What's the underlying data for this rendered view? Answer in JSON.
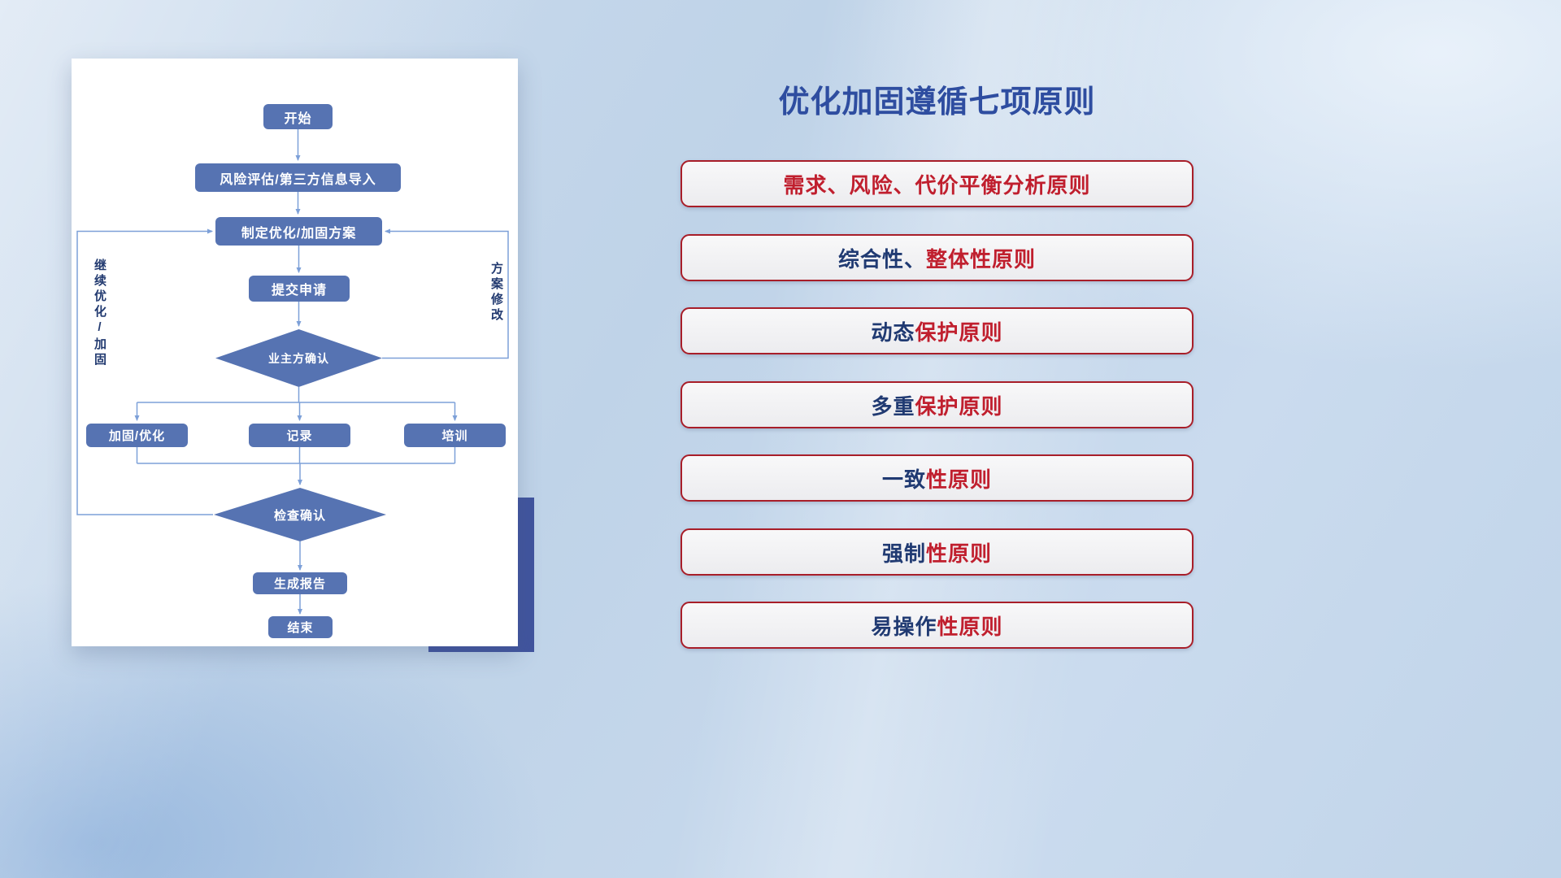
{
  "flowchart": {
    "nodes": {
      "start": "开始",
      "risk_import": "风险评估/第三方信息导入",
      "make_plan": "制定优化/加固方案",
      "submit": "提交申请",
      "owner_confirm": "业主方确认",
      "reinforce": "加固/优化",
      "record": "记录",
      "training": "培训",
      "check_confirm": "检查确认",
      "report": "生成报告",
      "end": "结束"
    },
    "loop_labels": {
      "left": "继续优化/加固",
      "right": "方案修改"
    }
  },
  "panel": {
    "title": "优化加固遵循七项原则",
    "principles": [
      {
        "main": "需求、风险、代价平衡分析原则"
      },
      {
        "prefix": "综合性、",
        "main": "整体性原则"
      },
      {
        "prefix": "动态",
        "main": "保护原则"
      },
      {
        "prefix": "多重",
        "main": "保护原则"
      },
      {
        "prefix": "一致",
        "main": "性原则"
      },
      {
        "prefix": "强制",
        "main": "性原则"
      },
      {
        "prefix": "易操作",
        "main": "性原则"
      }
    ]
  },
  "colors": {
    "node_blue": "#5673b2",
    "connector_blue": "#7da0d8",
    "title_navy": "#2e4da0",
    "principle_red": "#c01f2e",
    "principle_navy": "#203a72",
    "principle_border_red": "#a81e29",
    "shadow_block_navy": "#41549e",
    "card_white": "#ffffff"
  }
}
